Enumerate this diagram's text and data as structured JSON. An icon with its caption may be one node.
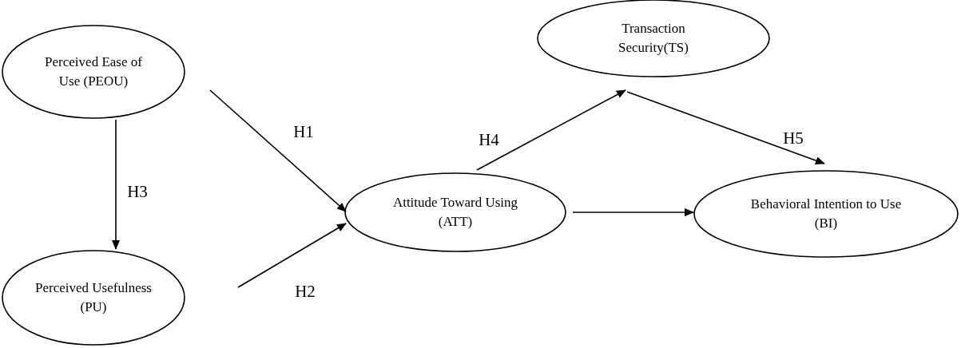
{
  "diagram": {
    "nodes": [
      {
        "text": [
          "Perceived Ease of Use (PEOU)"
        ]
      },
      {
        "text": [
          "Perceived Usefulness (PU)"
        ]
      },
      {
        "text": [
          "Attitude Toward Using (ATT)"
        ]
      },
      {
        "text": [
          "Transaction Security(TS)"
        ]
      },
      {
        "text": [
          "Behavioral Intention to Use (BI)"
        ]
      }
    ],
    "edges": [
      {
        "from": 0,
        "to": 2,
        "arrow": "to",
        "label": "H1"
      },
      {
        "from": 1,
        "to": 2,
        "arrow": "to",
        "label": "H2"
      },
      {
        "from": 0,
        "to": 1,
        "arrow": "to",
        "label": "H3"
      },
      {
        "from": 2,
        "to": 3,
        "arrow": "to",
        "label": "H4"
      },
      {
        "from": 3,
        "to": 4,
        "arrow": "to",
        "label": "H5"
      },
      {
        "from": 2,
        "to": 4,
        "arrow": "to"
      }
    ]
  }
}
